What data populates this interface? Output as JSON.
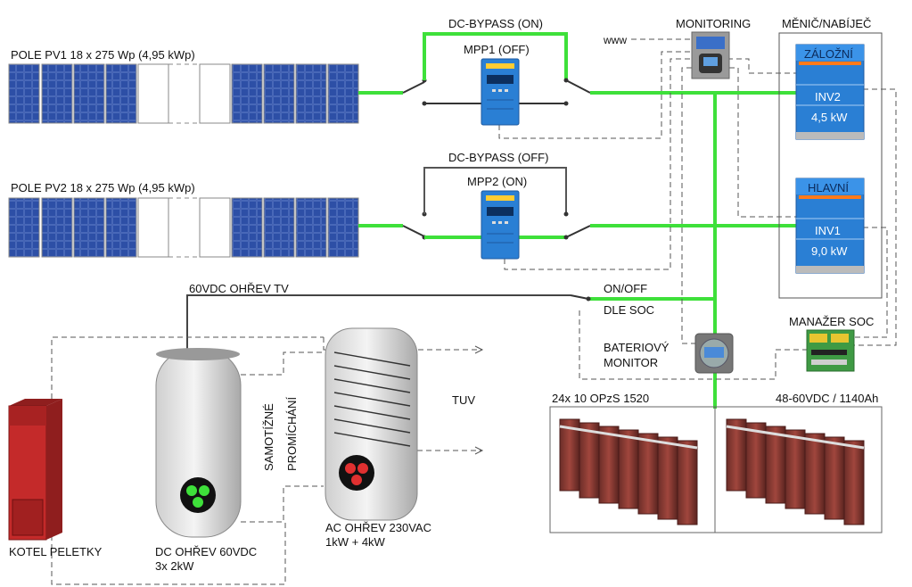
{
  "pv_arrays": [
    {
      "label": "POLE PV1 18 x 275 Wp (4,95 kWp)"
    },
    {
      "label": "POLE PV2 18 x 275 Wp (4,95 kWp)"
    }
  ],
  "bypass": [
    {
      "label": "DC-BYPASS (ON)"
    },
    {
      "label": "DC-BYPASS (OFF)"
    }
  ],
  "mppt": [
    {
      "label": "MPP1 (OFF)"
    },
    {
      "label": "MPP2 (ON)"
    }
  ],
  "monitoring": {
    "label": "MONITORING",
    "www": "www"
  },
  "inverters": {
    "title": "MĚNIČ/NABÍJEČ",
    "units": [
      {
        "role": "ZÁLOŽNÍ",
        "name": "INV2",
        "power": "4,5 kW"
      },
      {
        "role": "HLAVNÍ",
        "name": "INV1",
        "power": "9,0 kW"
      }
    ]
  },
  "dc_heating": {
    "line_label": "60VDC OHŘEV TV",
    "switch_on": "ON/OFF",
    "switch_mode": "DLE SOC"
  },
  "soc_manager": {
    "label": "MANAŽER SOC"
  },
  "battery_monitor": {
    "line1": "BATERIOVÝ",
    "line2": "MONITOR"
  },
  "batteries": {
    "left_label": "24x 10 OPzS 1520",
    "right_label": "48-60VDC / 1140Ah"
  },
  "tanks": {
    "dc": {
      "line1": "DC OHŘEV 60VDC",
      "line2": "3x 2kW"
    },
    "ac": {
      "line1": "AC OHŘEV 230VAC",
      "line2": "1kW + 4kW"
    },
    "mixing_line1": "SAMOTÍŽNÉ",
    "mixing_line2": "PROMÍCHÁNÍ",
    "tuv": "TUV",
    "boiler": "KOTEL PELETKY"
  },
  "colors": {
    "dc_bus": "#3ee03a",
    "cable": "#444444",
    "inverter_blue": "#2a7fd4",
    "boiler_red": "#c42a2a"
  }
}
